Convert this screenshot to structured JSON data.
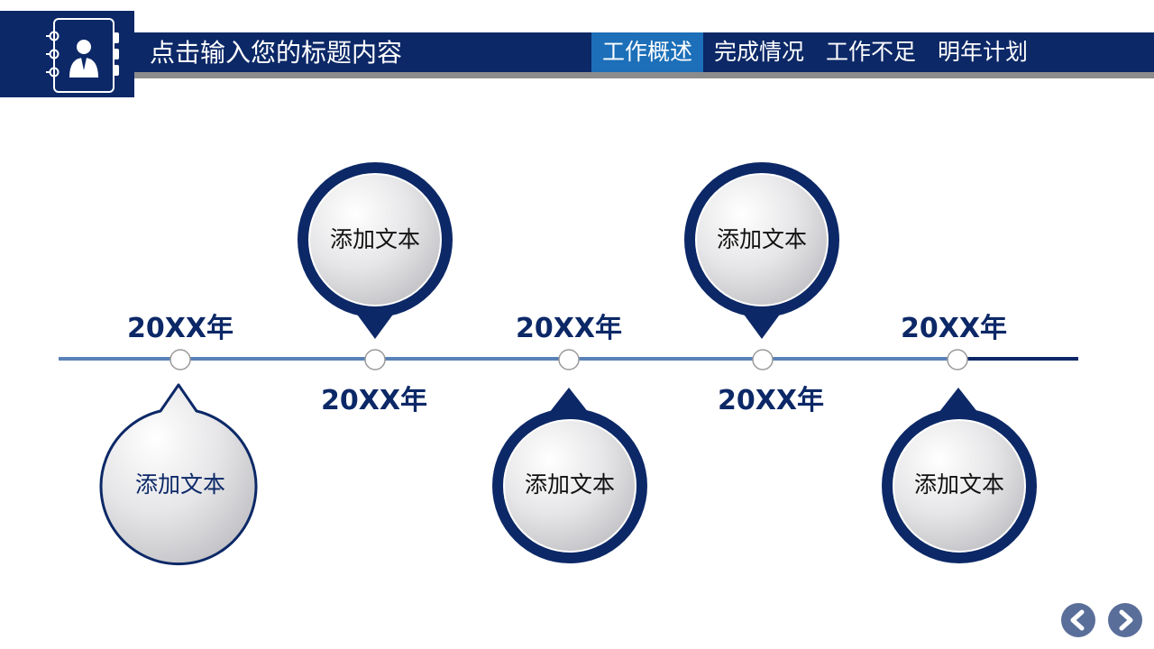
{
  "header": {
    "title": "点击输入您的标题内容",
    "nav": [
      {
        "label": "工作概述",
        "active": true
      },
      {
        "label": "完成情况",
        "active": false
      },
      {
        "label": "工作不足",
        "active": false
      },
      {
        "label": "明年计划",
        "active": false
      }
    ]
  },
  "timeline": {
    "years": [
      "20XX年",
      "20XX年",
      "20XX年",
      "20XX年",
      "20XX年"
    ],
    "labels": [
      "添加文本",
      "添加文本",
      "添加文本",
      "添加文本",
      "添加文本"
    ]
  },
  "colors": {
    "primary": "#0c2867",
    "accent": "#1c6fb8",
    "line": "#5b82b8",
    "nav_button": "#5a6e9a"
  },
  "icons": {
    "logo": "contact-book-person-icon",
    "prev": "chevron-left-icon",
    "next": "chevron-right-icon"
  }
}
